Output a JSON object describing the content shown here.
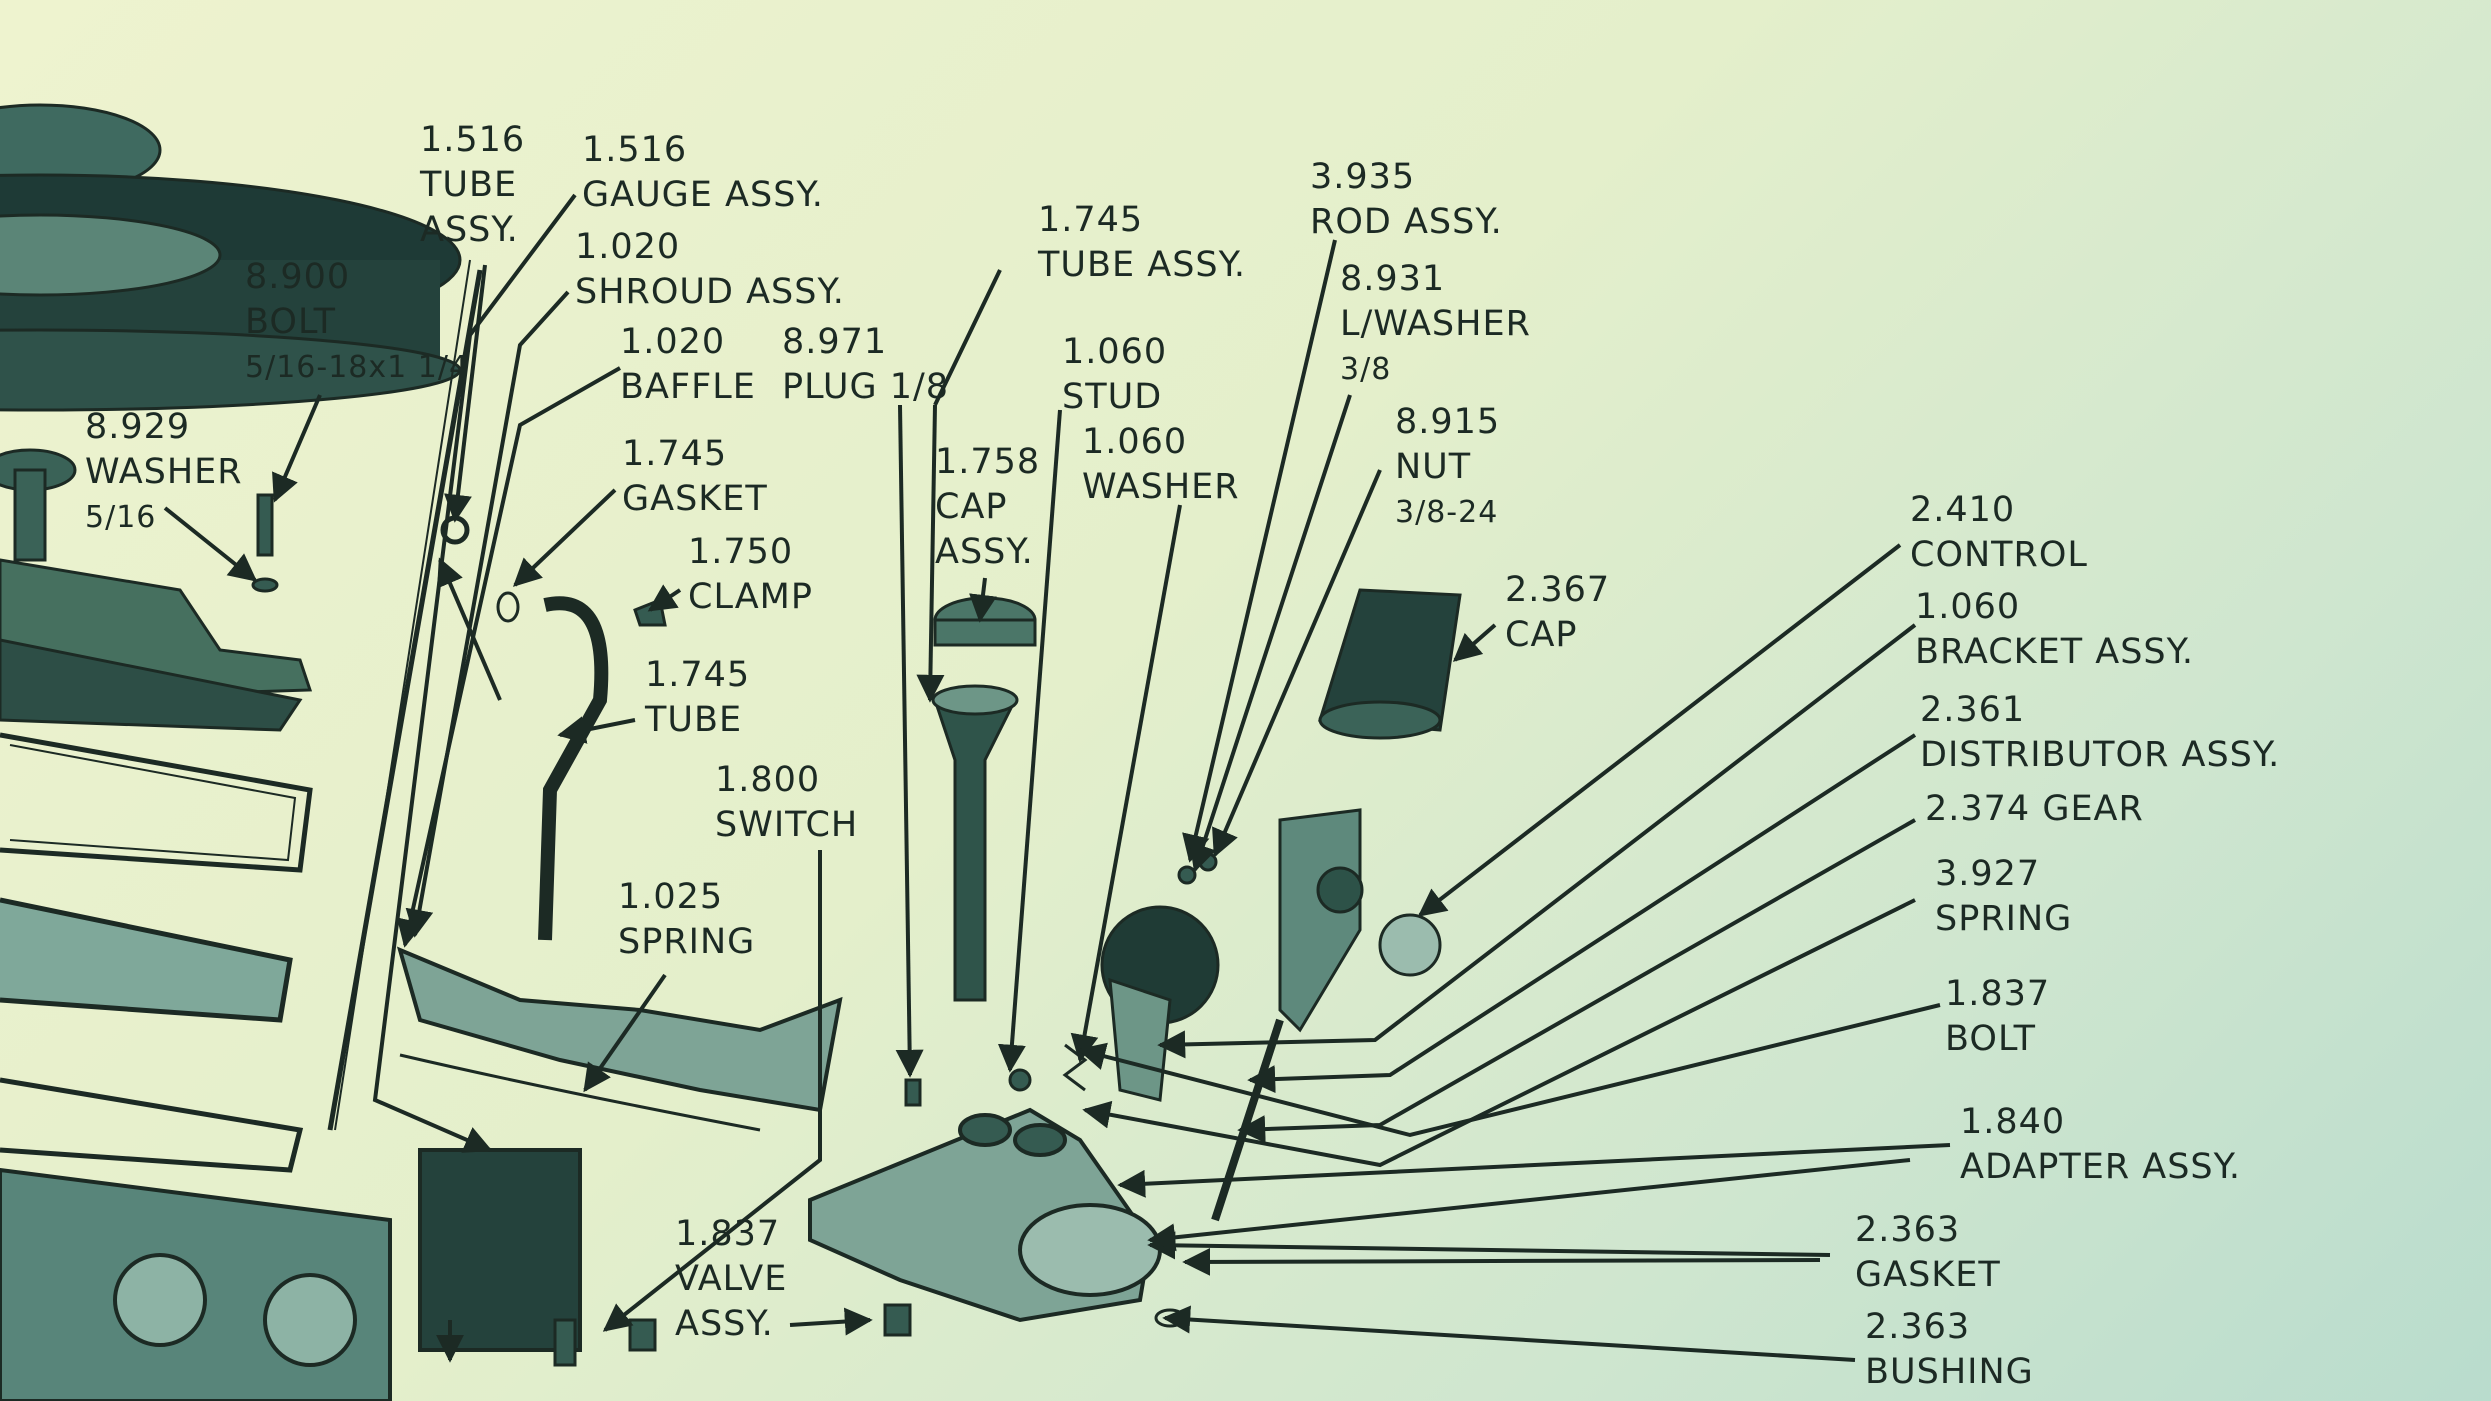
{
  "labels": [
    {
      "id": "tube-assy-1516",
      "lines": [
        "1.516",
        "TUBE",
        "ASSY."
      ]
    },
    {
      "id": "gauge-assy",
      "lines": [
        "1.516",
        "GAUGE ASSY."
      ]
    },
    {
      "id": "shroud-assy",
      "lines": [
        "1.020",
        "SHROUD ASSY."
      ]
    },
    {
      "id": "bolt-8900",
      "lines": [
        "8.900",
        "BOLT",
        "5/16-18x1 1/4"
      ]
    },
    {
      "id": "baffle",
      "lines": [
        "1.020",
        "BAFFLE"
      ]
    },
    {
      "id": "plug",
      "lines": [
        "8.971",
        "PLUG 1/8"
      ]
    },
    {
      "id": "tube-assy-1745",
      "lines": [
        "1.745",
        "TUBE ASSY."
      ]
    },
    {
      "id": "rod-assy",
      "lines": [
        "3.935",
        "ROD ASSY."
      ]
    },
    {
      "id": "l-washer",
      "lines": [
        "8.931",
        "L/WASHER",
        "3/8"
      ]
    },
    {
      "id": "washer-8929",
      "lines": [
        "8.929",
        "WASHER",
        "5/16"
      ]
    },
    {
      "id": "gasket-1745",
      "lines": [
        "1.745",
        "GASKET"
      ]
    },
    {
      "id": "stud",
      "lines": [
        "1.060",
        "STUD"
      ]
    },
    {
      "id": "washer-1060",
      "lines": [
        "1.060",
        "WASHER"
      ]
    },
    {
      "id": "nut",
      "lines": [
        "8.915",
        "NUT",
        "3/8-24"
      ]
    },
    {
      "id": "cap-assy",
      "lines": [
        "1.758",
        "CAP",
        "ASSY."
      ]
    },
    {
      "id": "clamp",
      "lines": [
        "1.750",
        "CLAMP"
      ]
    },
    {
      "id": "control",
      "lines": [
        "2.410",
        "CONTROL"
      ]
    },
    {
      "id": "cap-2367",
      "lines": [
        "2.367",
        "CAP"
      ]
    },
    {
      "id": "bracket-assy",
      "lines": [
        "1.060",
        "BRACKET ASSY."
      ]
    },
    {
      "id": "tube-1745",
      "lines": [
        "1.745",
        "TUBE"
      ]
    },
    {
      "id": "distributor-assy",
      "lines": [
        "2.361",
        "DISTRIBUTOR  ASSY."
      ]
    },
    {
      "id": "switch",
      "lines": [
        "1.800",
        "SWITCH"
      ]
    },
    {
      "id": "gear",
      "lines": [
        "2.374 GEAR"
      ]
    },
    {
      "id": "spring-3927",
      "lines": [
        "3.927",
        "SPRING"
      ]
    },
    {
      "id": "spring-1025",
      "lines": [
        "1.025",
        "SPRING"
      ]
    },
    {
      "id": "bolt-1837",
      "lines": [
        "1.837",
        "BOLT"
      ]
    },
    {
      "id": "adapter-assy",
      "lines": [
        "1.840",
        "ADAPTER ASSY."
      ]
    },
    {
      "id": "valve-assy",
      "lines": [
        "1.837",
        "VALVE",
        "ASSY."
      ]
    },
    {
      "id": "gasket-2363",
      "lines": [
        "2.363",
        "GASKET"
      ]
    },
    {
      "id": "bushing",
      "lines": [
        "2.363",
        "BUSHING"
      ]
    }
  ]
}
